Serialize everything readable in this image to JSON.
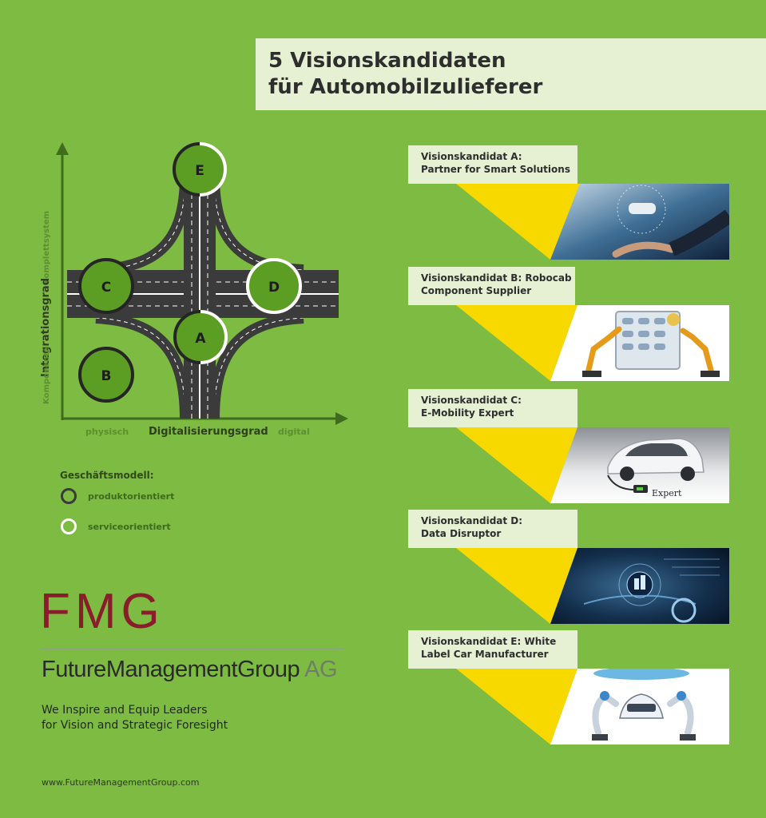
{
  "title": {
    "line1": "5 Visionskandidaten",
    "line2": "für Automobilzulieferer"
  },
  "diagram": {
    "x_axis": {
      "title": "Digitalisierungsgrad",
      "low": "physisch",
      "high": "digital"
    },
    "y_axis": {
      "title": "Integrationsgrad",
      "low": "Komponente",
      "high": "Komplettsystem"
    },
    "nodes": [
      {
        "label": "E",
        "type": "mixed"
      },
      {
        "label": "C",
        "type": "produktorientiert"
      },
      {
        "label": "D",
        "type": "serviceorientiert"
      },
      {
        "label": "A",
        "type": "mixed"
      },
      {
        "label": "B",
        "type": "produktorientiert"
      }
    ]
  },
  "legend": {
    "title": "Geschäftsmodell:",
    "items": [
      {
        "label": "produktorientiert",
        "color": "#3a3a3a"
      },
      {
        "label": "serviceorientiert",
        "color": "#ffffff"
      }
    ]
  },
  "candidates": [
    {
      "line1": "Visionskandidat A:",
      "line2": "Partner for Smart Solutions",
      "image": "hand-holding-car-hologram"
    },
    {
      "line1": "Visionskandidat B: Robocab",
      "line2": "Component Supplier",
      "image": "robot-arms-with-screen"
    },
    {
      "line1": "Visionskandidat C:",
      "line2": "E-Mobility Expert",
      "image": "electric-car-charging",
      "image_caption": "Expert"
    },
    {
      "line1": "Visionskandidat D:",
      "line2": "Data Disruptor",
      "image": "digital-cockpit"
    },
    {
      "line1": "Visionskandidat E: White",
      "line2": "Label Car Manufacturer",
      "image": "robot-assembly-line"
    }
  ],
  "brand": {
    "logo": "FMG",
    "company": "FutureManagementGroup",
    "company_suffix": "AG",
    "tagline1": "We Inspire and Equip Leaders",
    "tagline2": "for Vision and Strategic Foresight",
    "website": "www.FutureManagementGroup.com",
    "logo_color": "#8a1c2b"
  },
  "colors": {
    "background": "#7dbb42",
    "label_box": "#e6f0d2",
    "node_fill": "#5b9e23",
    "highlight": "#f7d900"
  }
}
